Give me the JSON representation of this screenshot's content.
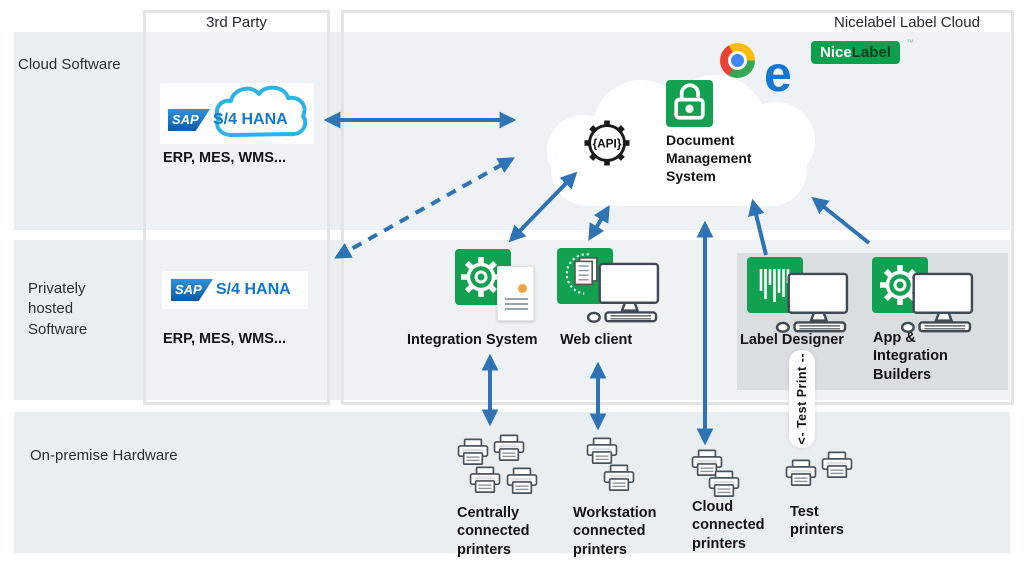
{
  "headers": {
    "third_party": "3rd Party",
    "nicelabel_cloud": "Nicelabel Label Cloud"
  },
  "rows": [
    {
      "label": "Cloud Software"
    },
    {
      "label": "Privately hosted Software"
    },
    {
      "label": "On-premise Hardware"
    }
  ],
  "sap": {
    "logo_text": "SAP",
    "product": "S/4 HANA",
    "caption": "ERP, MES, WMS..."
  },
  "cloud": {
    "api_label": "{API}",
    "dms_label": "Document Management System"
  },
  "brand": {
    "nicelabel_part1": "Nice",
    "nicelabel_part2": "Label",
    "nicelabel_mark": "™",
    "edge_glyph": "e"
  },
  "nodes": {
    "integration_system": "Integration System",
    "web_client": "Web client",
    "label_designer": "Label Designer",
    "app_builders": "App & Integration Builders"
  },
  "printers": {
    "centrally": "Centrally connected printers",
    "workstation": "Workstation connected printers",
    "cloud": "Cloud connected printers",
    "test": "Test printers"
  },
  "test_print": "<- Test Print --",
  "colors": {
    "arrow_blue": "#2e74b5",
    "nicelabel_green": "#12a150",
    "row_background": "#e9eef1",
    "sap_blue": "#1577c8",
    "sap_cloud_outline": "#2bb3e6",
    "chrome_blue": "#4285f4",
    "edge_blue": "#1077d2",
    "accent_orange": "#f2a33c"
  }
}
